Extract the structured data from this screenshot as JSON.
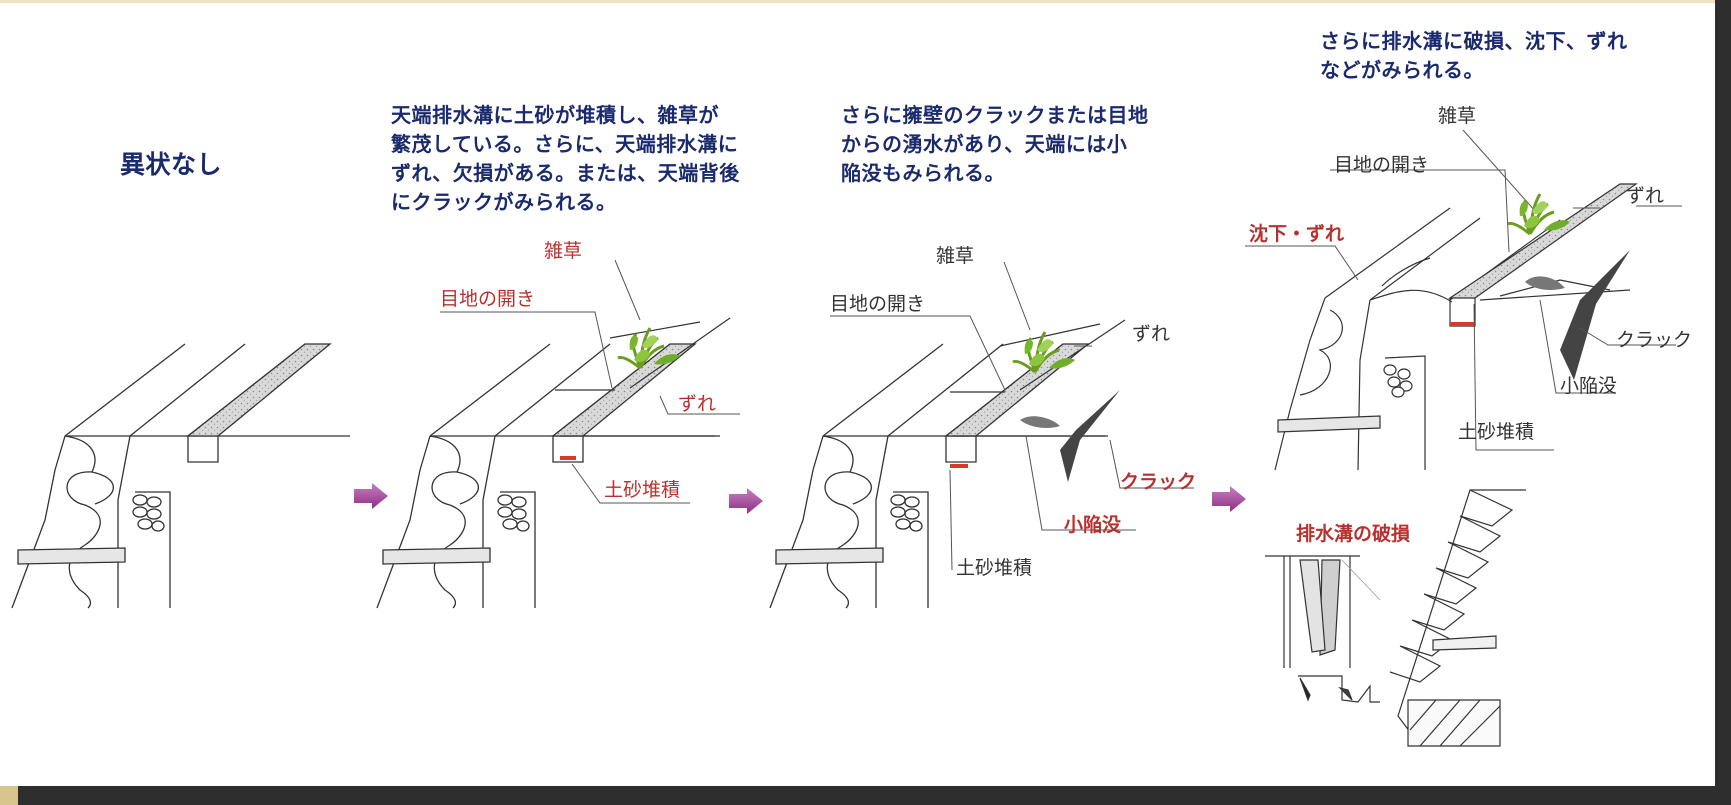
{
  "captions": [
    "異状なし",
    "天端排水溝に土砂が堆積し、雑草が\n繁茂している。さらに、天端排水溝に\nずれ、欠損がある。または、天端背後\nにクラックがみられる。",
    "さらに擁壁のクラックまたは目地\nからの湧水があり、天端には小\n陥没もみられる。",
    "さらに排水溝に破損、沈下、ずれ\nなどがみられる。"
  ],
  "labels": {
    "p2": {
      "weed": "雑草",
      "joint": "目地の開き",
      "shift": "ずれ",
      "sediment": "土砂堆積"
    },
    "p3": {
      "weed": "雑草",
      "joint": "目地の開き",
      "shift": "ずれ",
      "crack": "クラック",
      "sinkhole": "小陥没",
      "sediment": "土砂堆積"
    },
    "p4": {
      "weed": "雑草",
      "joint": "目地の開き",
      "shift": "ずれ",
      "settle": "沈下・ずれ",
      "crack": "クラック",
      "sinkhole": "小陥没",
      "sediment": "土砂堆積",
      "damage": "排水溝の破損"
    }
  },
  "colors": {
    "caption": "#1a2a6c",
    "red_label": "#b8312f",
    "arrow": "#a23a96"
  }
}
